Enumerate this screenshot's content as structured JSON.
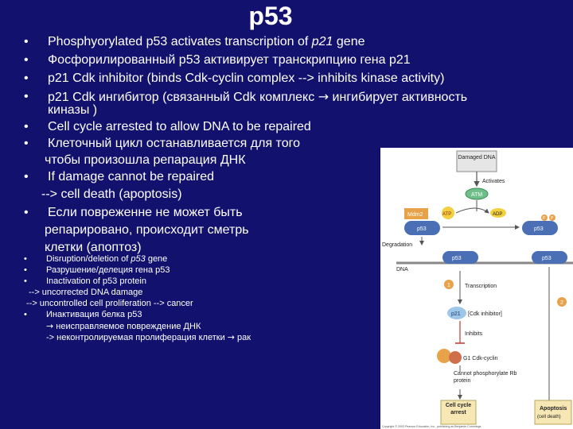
{
  "slide": {
    "title": "p53",
    "bullets_main": [
      {
        "text": "Phosphyorylated p53 activates transcription of ",
        "em": "p21",
        "tail": " gene"
      },
      {
        "text": "Фосфорилированный p53 активирует транскрипцию гена p21"
      },
      {
        "text": "p21 Cdk inhibitor (binds Cdk-cyclin complex --> inhibits kinase activity)"
      },
      {
        "text": "p21 Cdk ингибитор (связанный Cdk комплекс ",
        "arrow": "→",
        "tail": " ингибирует активность",
        "line2": "киназы )"
      },
      {
        "text": "Cell cycle arrested to allow DNA to be repaired"
      },
      {
        "text": "Клеточный цикл останавливается для того",
        "line2": "чтобы произошла репарация ДНК"
      },
      {
        "text": "If damage cannot be repaired",
        "line2": "--> cell death (apoptosis)"
      },
      {
        "text": "Если повреженне не может быть",
        "line2": "репарировано, происходит сметрь",
        "line3": "клетки (апоптоз)"
      }
    ],
    "bullet_char": "•",
    "small_lines": [
      {
        "bullet": true,
        "text": "Disruption/deletion of ",
        "em": "p53",
        "tail": " gene"
      },
      {
        "bullet": true,
        "text": "Разрушение/делеция гена p53"
      },
      {
        "bullet": true,
        "text": "Inactivation of p53 protein"
      },
      {
        "bullet": false,
        "text": "--> uncorrected DNA damage"
      },
      {
        "bullet": false,
        "text": "--> uncontrolled cell proliferation --> cancer"
      },
      {
        "bullet": true,
        "text": "Инактивация белка p53"
      },
      {
        "bullet": false,
        "arrow": "→",
        "text": " неисправляемое повреждение ДНК"
      },
      {
        "bullet": false,
        "text": "-> неконтролируемая пролиферация клетки ",
        "arrow": "→",
        "tail": " рак"
      }
    ]
  },
  "figure": {
    "damaged_dna": "Damaged DNA",
    "activates": "Activates",
    "atm": "ATM",
    "mdm2": "Mdm2",
    "atp": "ATP",
    "adp": "ADP",
    "p53": "p53",
    "p": "P",
    "degradation": "Degradation",
    "dna": "DNA",
    "step1": "1",
    "step2": "2",
    "transcription": "Transcription",
    "p21": "p21",
    "cdk_inhibitor": "[Cdk inhibitor]",
    "inhibits": "Inhibits",
    "g1_cyclin": "G1 Cdk-cyclin",
    "cannot_phos": "Cannot phosphorylate Rb protein",
    "cell_cycle_arrest": "Cell cycle arrest",
    "apoptosis": "Apoptosis",
    "cell_death": "(cell death)",
    "copyright": "Copyright © 2003 Pearson Education, Inc., publishing as Benjamin Cummings."
  }
}
